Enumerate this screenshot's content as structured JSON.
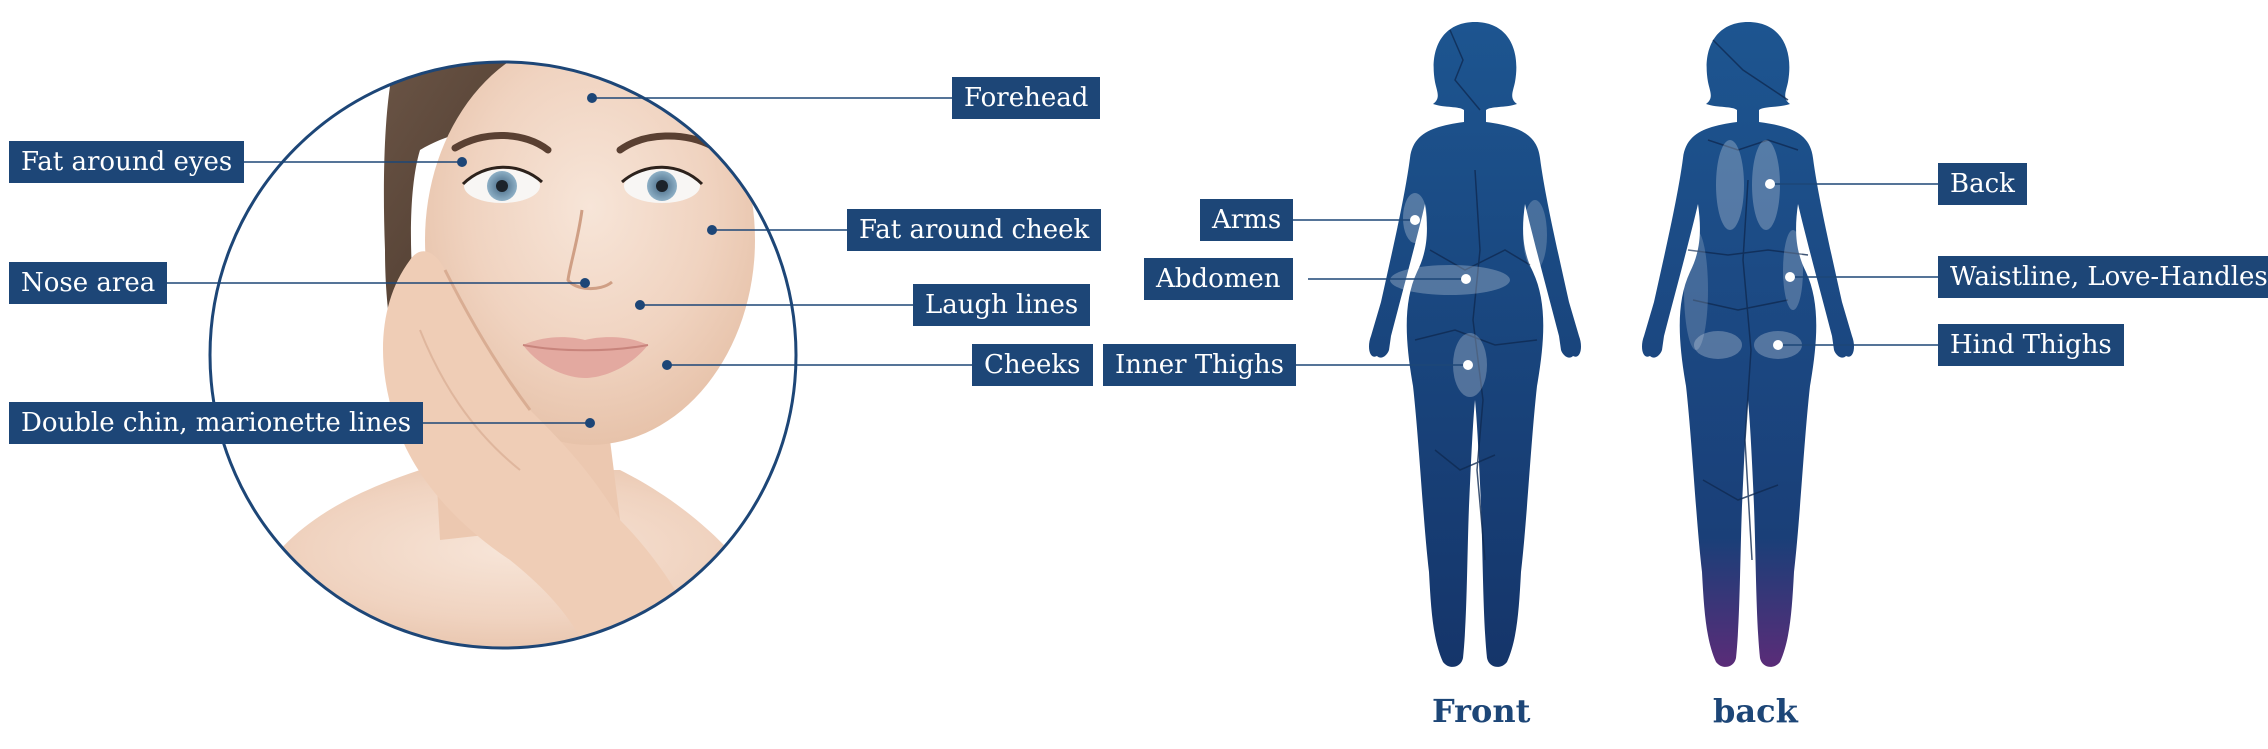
{
  "colors": {
    "label_bg": "#1d4677",
    "label_text": "#ffffff",
    "leader_line": "#1d4677",
    "body_top": "#1d5590",
    "body_bottom": "#15356a",
    "feet_accent": "#5a2c78"
  },
  "face_labels": {
    "forehead": "Forehead",
    "fat_around_eyes": "Fat around eyes",
    "fat_around_cheek": "Fat around cheek",
    "nose_area": "Nose area",
    "laugh_lines": "Laugh lines",
    "cheeks": "Cheeks",
    "double_chin": "Double chin, marionette lines"
  },
  "front_labels": {
    "arms": "Arms",
    "abdomen": "Abdomen",
    "inner_thighs": "Inner Thighs"
  },
  "back_labels": {
    "back": "Back",
    "waistline": "Waistline, Love-Handles",
    "hind_thighs": "Hind Thighs"
  },
  "captions": {
    "front": "Front",
    "back": "back"
  }
}
